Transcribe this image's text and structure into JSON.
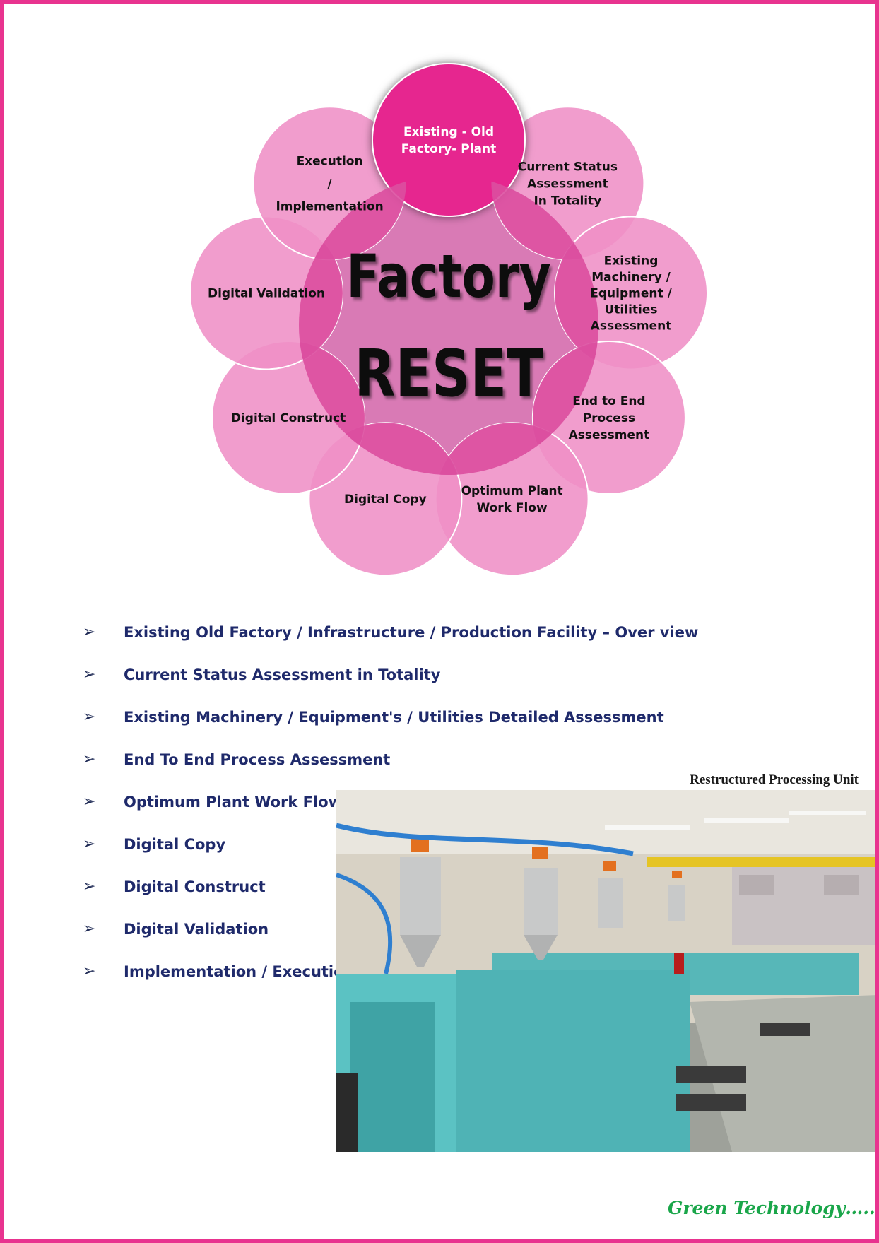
{
  "diagram": {
    "center_title_line1": "Factory",
    "center_title_line2": "RESET",
    "petals": [
      {
        "id": "existing-plant",
        "lines": [
          "Existing - Old",
          "Factory- Plant"
        ]
      },
      {
        "id": "current-status",
        "lines": [
          "Current Status",
          "Assessment",
          "In Totality"
        ]
      },
      {
        "id": "machinery",
        "lines": [
          "Existing",
          "Machinery /",
          "Equipment /",
          "Utilities",
          "Assessment"
        ]
      },
      {
        "id": "end-to-end",
        "lines": [
          "End to End",
          "Process",
          "Assessment"
        ]
      },
      {
        "id": "workflow",
        "lines": [
          "Optimum Plant",
          "Work Flow"
        ]
      },
      {
        "id": "digital-copy",
        "lines": [
          "Digital Copy"
        ]
      },
      {
        "id": "digital-construct",
        "lines": [
          "Digital Construct"
        ]
      },
      {
        "id": "digital-validation",
        "lines": [
          "Digital Validation"
        ]
      },
      {
        "id": "execution",
        "lines": [
          "Execution",
          "/",
          "Implementation"
        ]
      }
    ],
    "colors": {
      "petal": "#ef8fc6",
      "petal_highlight": "#e6288f",
      "center": "#d97ab5",
      "overlap": "#dc4fa0",
      "border": "#e8338f"
    }
  },
  "bullets": [
    "Existing  Old Factory / Infrastructure / Production Facility – Over view",
    "Current Status Assessment in Totality",
    "Existing Machinery / Equipment's / Utilities Detailed Assessment",
    "End To End Process Assessment",
    "Optimum Plant Work Flow",
    "Digital Copy",
    "Digital Construct",
    "Digital Validation",
    "Implementation / Execution"
  ],
  "bullet_symbol": "➢",
  "photo": {
    "caption": "Restructured Processing Unit"
  },
  "footer": {
    "text": "Green Technology….."
  }
}
